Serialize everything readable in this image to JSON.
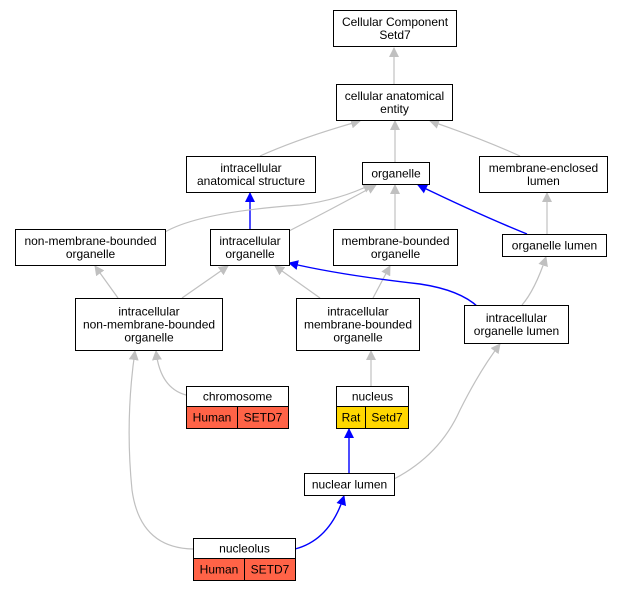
{
  "colors": {
    "node_fill": "#ffffff",
    "node_border": "#000000",
    "edge_gray": "#c0c0c0",
    "edge_blue": "#0000ff",
    "human_badge": "#ff6347",
    "rat_badge": "#ffd700"
  },
  "nodes": {
    "cellular_component": {
      "lines": [
        "Cellular Component",
        "Setd7"
      ]
    },
    "cellular_anatomical_entity": {
      "lines": [
        "cellular anatomical",
        "entity"
      ]
    },
    "intracellular_anatomical_structure": {
      "lines": [
        "intracellular",
        "anatomical structure"
      ]
    },
    "organelle": {
      "lines": [
        "organelle"
      ]
    },
    "membrane_enclosed_lumen": {
      "lines": [
        "membrane-enclosed",
        "lumen"
      ]
    },
    "non_membrane_bounded_organelle": {
      "lines": [
        "non-membrane-bounded",
        "organelle"
      ]
    },
    "intracellular_organelle": {
      "lines": [
        "intracellular",
        "organelle"
      ]
    },
    "membrane_bounded_organelle": {
      "lines": [
        "membrane-bounded",
        "organelle"
      ]
    },
    "organelle_lumen": {
      "lines": [
        "organelle lumen"
      ]
    },
    "intracellular_non_membrane_bounded_organelle": {
      "lines": [
        "intracellular",
        "non-membrane-bounded",
        "organelle"
      ]
    },
    "intracellular_membrane_bounded_organelle": {
      "lines": [
        "intracellular",
        "membrane-bounded",
        "organelle"
      ]
    },
    "intracellular_organelle_lumen": {
      "lines": [
        "intracellular",
        "organelle lumen"
      ]
    },
    "chromosome": {
      "lines": [
        "chromosome"
      ],
      "species": "Human",
      "gene": "SETD7"
    },
    "nucleus": {
      "lines": [
        "nucleus"
      ],
      "species": "Rat",
      "gene": "Setd7"
    },
    "nuclear_lumen": {
      "lines": [
        "nuclear lumen"
      ]
    },
    "nucleolus": {
      "lines": [
        "nucleolus"
      ],
      "species": "Human",
      "gene": "SETD7"
    }
  },
  "edges": [
    {
      "from": "cellular_anatomical_entity",
      "to": "cellular_component",
      "type": "is_a"
    },
    {
      "from": "intracellular_anatomical_structure",
      "to": "cellular_anatomical_entity",
      "type": "is_a"
    },
    {
      "from": "organelle",
      "to": "cellular_anatomical_entity",
      "type": "is_a"
    },
    {
      "from": "membrane_enclosed_lumen",
      "to": "cellular_anatomical_entity",
      "type": "is_a"
    },
    {
      "from": "intracellular_organelle",
      "to": "intracellular_anatomical_structure",
      "type": "part_of"
    },
    {
      "from": "non_membrane_bounded_organelle",
      "to": "organelle",
      "type": "is_a"
    },
    {
      "from": "intracellular_organelle",
      "to": "organelle",
      "type": "is_a"
    },
    {
      "from": "membrane_bounded_organelle",
      "to": "organelle",
      "type": "is_a"
    },
    {
      "from": "organelle_lumen",
      "to": "organelle",
      "type": "part_of"
    },
    {
      "from": "organelle_lumen",
      "to": "membrane_enclosed_lumen",
      "type": "is_a"
    },
    {
      "from": "intracellular_non_membrane_bounded_organelle",
      "to": "non_membrane_bounded_organelle",
      "type": "is_a"
    },
    {
      "from": "intracellular_non_membrane_bounded_organelle",
      "to": "intracellular_organelle",
      "type": "is_a"
    },
    {
      "from": "intracellular_membrane_bounded_organelle",
      "to": "intracellular_organelle",
      "type": "is_a"
    },
    {
      "from": "intracellular_membrane_bounded_organelle",
      "to": "membrane_bounded_organelle",
      "type": "is_a"
    },
    {
      "from": "intracellular_organelle_lumen",
      "to": "intracellular_organelle",
      "type": "part_of"
    },
    {
      "from": "intracellular_organelle_lumen",
      "to": "organelle_lumen",
      "type": "is_a"
    },
    {
      "from": "chromosome",
      "to": "intracellular_non_membrane_bounded_organelle",
      "type": "is_a"
    },
    {
      "from": "nucleus",
      "to": "intracellular_membrane_bounded_organelle",
      "type": "is_a"
    },
    {
      "from": "nuclear_lumen",
      "to": "nucleus",
      "type": "part_of"
    },
    {
      "from": "nuclear_lumen",
      "to": "intracellular_organelle_lumen",
      "type": "is_a"
    },
    {
      "from": "nucleolus",
      "to": "nuclear_lumen",
      "type": "part_of"
    },
    {
      "from": "nucleolus",
      "to": "intracellular_non_membrane_bounded_organelle",
      "type": "is_a"
    }
  ]
}
